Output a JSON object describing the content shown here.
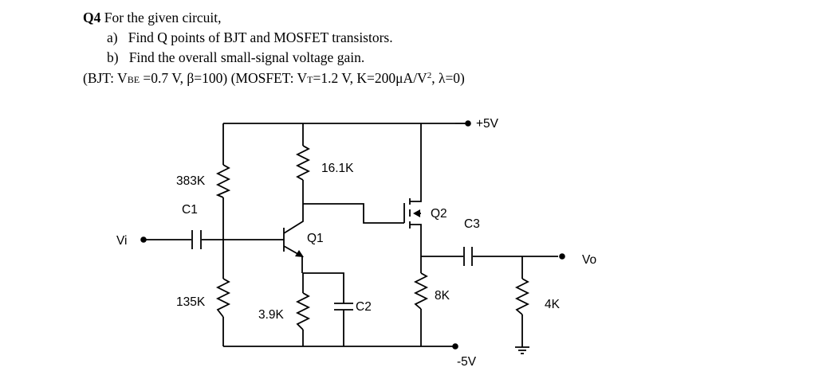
{
  "question": {
    "number": "Q4",
    "title": "For the given circuit,",
    "part_a_marker": "a)",
    "part_a": "Find Q points of BJT and MOSFET transistors.",
    "part_b_marker": "b)",
    "part_b": "Find the overall small-signal voltage gain.",
    "params": {
      "bjt_open": "(BJT: V",
      "bjt_vbe_sub": "BE",
      "bjt_rest": " =0.7 V, β=100) (MOSFET: V",
      "mos_vt_sub": "T",
      "mos_rest": "=1.2 V, K=200μA/V",
      "mos_sup": "2",
      "mos_end": ", λ=0)"
    }
  },
  "circuit": {
    "vi": "Vi",
    "vdd": "+5V",
    "vss": "-5V",
    "vo": "Vo",
    "r1": "383K",
    "r2": "135K",
    "rc": "16.1K",
    "re": "3.9K",
    "rs": "8K",
    "rl": "4K",
    "c1": "C1",
    "c2": "C2",
    "c3": "C3",
    "q1": "Q1",
    "q2": "Q2"
  }
}
